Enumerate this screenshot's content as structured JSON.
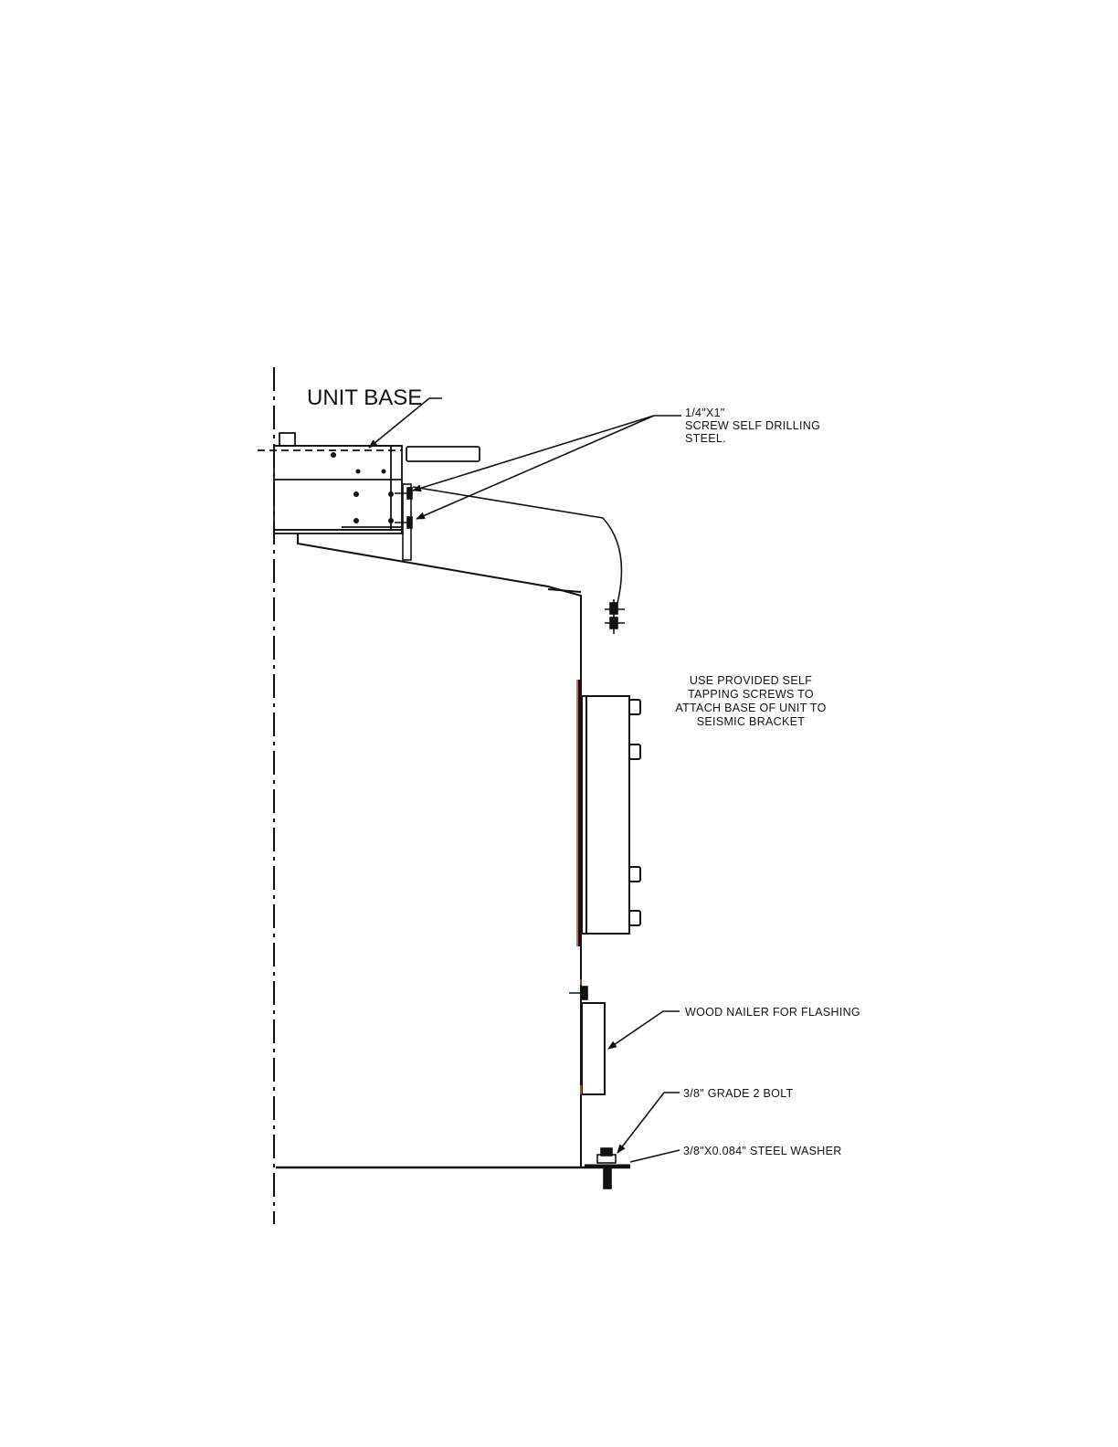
{
  "colors": {
    "ink": "#111111",
    "accent": "#c0392b",
    "background": "#ffffff"
  },
  "labels": {
    "unit_base": "UNIT BASE",
    "screw": [
      "1/4\"X1\"",
      "SCREW SELF DRILLING",
      "STEEL."
    ],
    "tapping": [
      "USE PROVIDED SELF",
      "TAPPING SCREWS TO",
      "ATTACH BASE OF UNIT TO",
      "SEISMIC BRACKET"
    ],
    "nailer": "WOOD NAILER FOR FLASHING",
    "bolt": "3/8\" GRADE 2 BOLT",
    "washer": "3/8\"X0.084\" STEEL WASHER"
  }
}
